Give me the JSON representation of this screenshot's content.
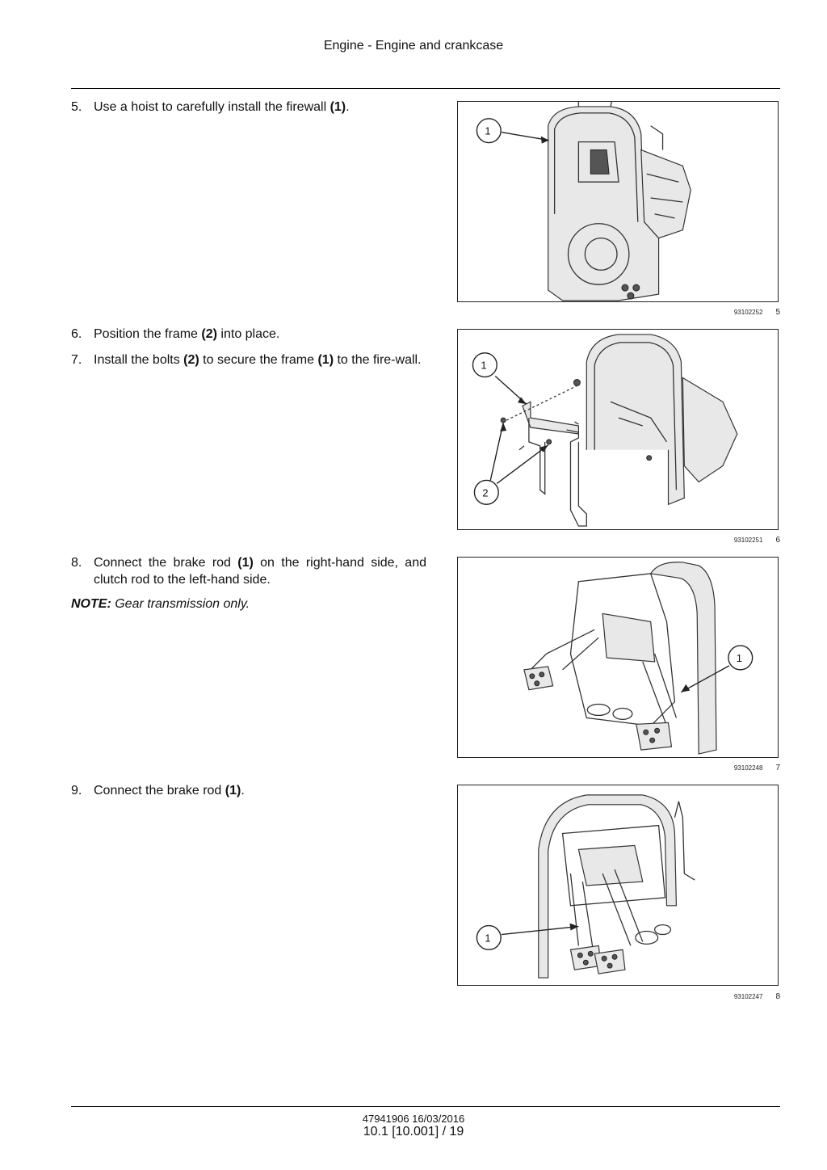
{
  "header": {
    "title": "Engine - Engine and crankcase"
  },
  "steps": [
    {
      "num": "5.",
      "pre": "Use a hoist to carefully install the firewall ",
      "ref1": "(1)",
      "post": "."
    },
    {
      "num": "6.",
      "pre": "Position the frame ",
      "ref1": "(2)",
      "post": " into place."
    },
    {
      "num": "7.",
      "pre": "Install the bolts ",
      "ref1": "(2)",
      "mid": " to secure the frame ",
      "ref2": "(1)",
      "post": " to the fire-wall."
    },
    {
      "num": "8.",
      "pre": "Connect the brake rod ",
      "ref1": "(1)",
      "post": " on the right-hand side, and clutch rod to the left-hand side."
    },
    {
      "num": "9.",
      "pre": "Connect the brake rod ",
      "ref1": "(1)",
      "post": "."
    }
  ],
  "note": {
    "label": "NOTE:",
    "text": " Gear transmission only."
  },
  "figures": [
    {
      "id": "93102252",
      "number": "5",
      "callouts": [
        "1"
      ]
    },
    {
      "id": "93102251",
      "number": "6",
      "callouts": [
        "1",
        "2"
      ]
    },
    {
      "id": "93102248",
      "number": "7",
      "callouts": [
        "1"
      ]
    },
    {
      "id": "93102247",
      "number": "8",
      "callouts": [
        "1"
      ]
    }
  ],
  "footer": {
    "doc_code": "47941906 16/03/2016",
    "page": "10.1 [10.001] / 19"
  }
}
